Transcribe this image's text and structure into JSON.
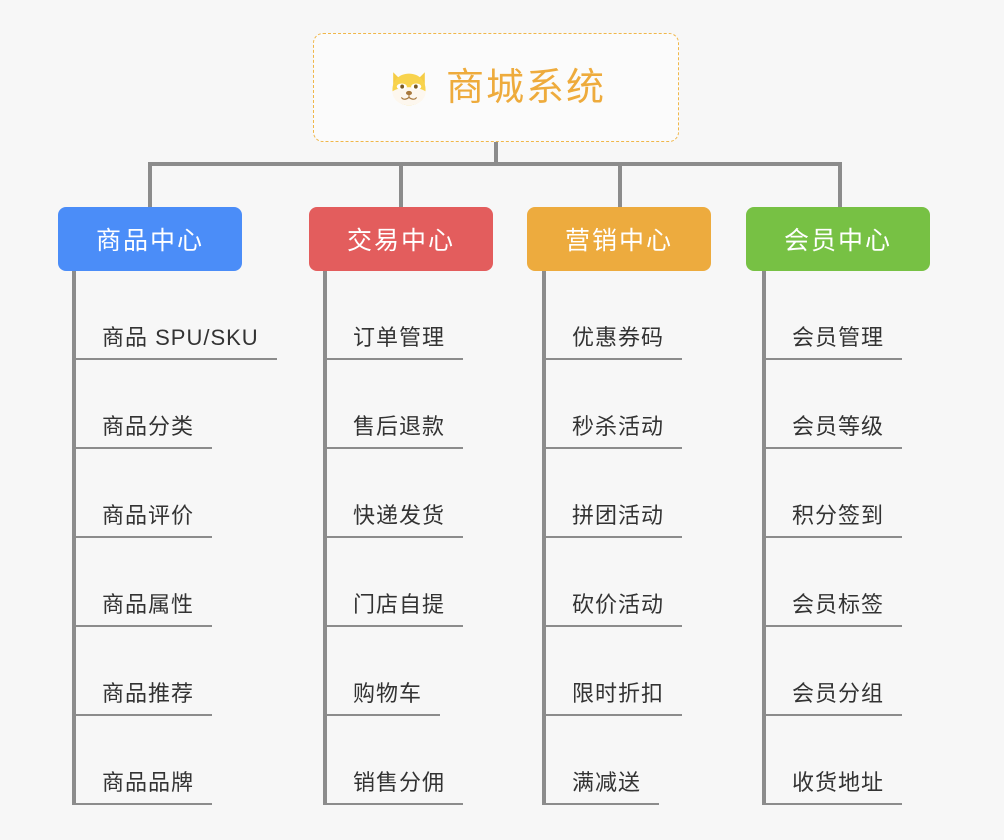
{
  "root": {
    "title": "商城系统",
    "icon": "shiba-dog-icon",
    "border_color": "#f0b74a",
    "text_color": "#eeab3c",
    "background": "#fbfbfb"
  },
  "canvas": {
    "background": "#f7f7f7",
    "connector_color": "#8c8c8c"
  },
  "columns": [
    {
      "title": "商品中心",
      "color": "#4b8df8",
      "items": [
        "商品 SPU/SKU",
        "商品分类",
        "商品评价",
        "商品属性",
        "商品推荐",
        "商品品牌"
      ]
    },
    {
      "title": "交易中心",
      "color": "#e35d5d",
      "items": [
        "订单管理",
        "售后退款",
        "快递发货",
        "门店自提",
        "购物车",
        "销售分佣"
      ]
    },
    {
      "title": "营销中心",
      "color": "#edab3e",
      "items": [
        "优惠券码",
        "秒杀活动",
        "拼团活动",
        "砍价活动",
        "限时折扣",
        "满减送"
      ]
    },
    {
      "title": "会员中心",
      "color": "#77c councils"
    }
  ]
}
